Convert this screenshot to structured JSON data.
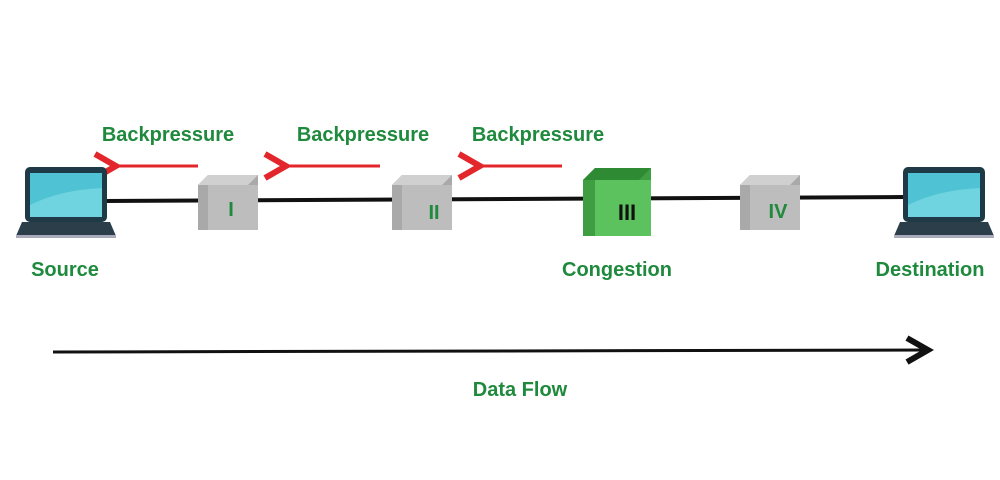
{
  "colors": {
    "label": "#1f8a3d",
    "backpressure_arrow": "#e3262b",
    "link": "#111111",
    "router": "#bdbdbd",
    "congested_router": "#5cc25e",
    "screen": "#4fc3d3"
  },
  "backpressure_labels": [
    "Backpressure",
    "Backpressure",
    "Backpressure"
  ],
  "nodes": {
    "source": {
      "label": "Source",
      "icon": "laptop-icon"
    },
    "destination": {
      "label": "Destination",
      "icon": "laptop-icon"
    }
  },
  "routers": [
    {
      "id": "I",
      "congested": false
    },
    {
      "id": "II",
      "congested": false
    },
    {
      "id": "III",
      "congested": true
    },
    {
      "id": "IV",
      "congested": false
    }
  ],
  "congestion_label": "Congestion",
  "flow_label": "Data Flow"
}
